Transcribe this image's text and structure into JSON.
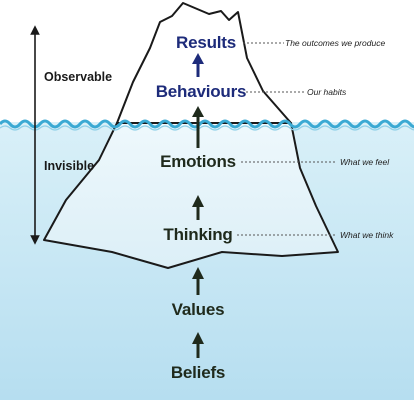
{
  "zones": {
    "observable": "Observable",
    "invisible": "Invisible"
  },
  "layers": [
    {
      "label": "Results",
      "note": "The outcomes we produce",
      "zone": "above"
    },
    {
      "label": "Behaviours",
      "note": "Our habits",
      "zone": "above"
    },
    {
      "label": "Emotions",
      "note": "What we feel",
      "zone": "below"
    },
    {
      "label": "Thinking",
      "note": "What we think",
      "zone": "below"
    },
    {
      "label": "Values",
      "note": "",
      "zone": "below"
    },
    {
      "label": "Beliefs",
      "note": "",
      "zone": "below"
    }
  ],
  "colors": {
    "above_text": "#1d2b7a",
    "below_text": "#1f2a1c",
    "water_top": "#d6eef7",
    "water_bottom": "#b9e0ef",
    "wave": "#3aa9d3",
    "iceberg_outline": "#1a1a1a"
  }
}
